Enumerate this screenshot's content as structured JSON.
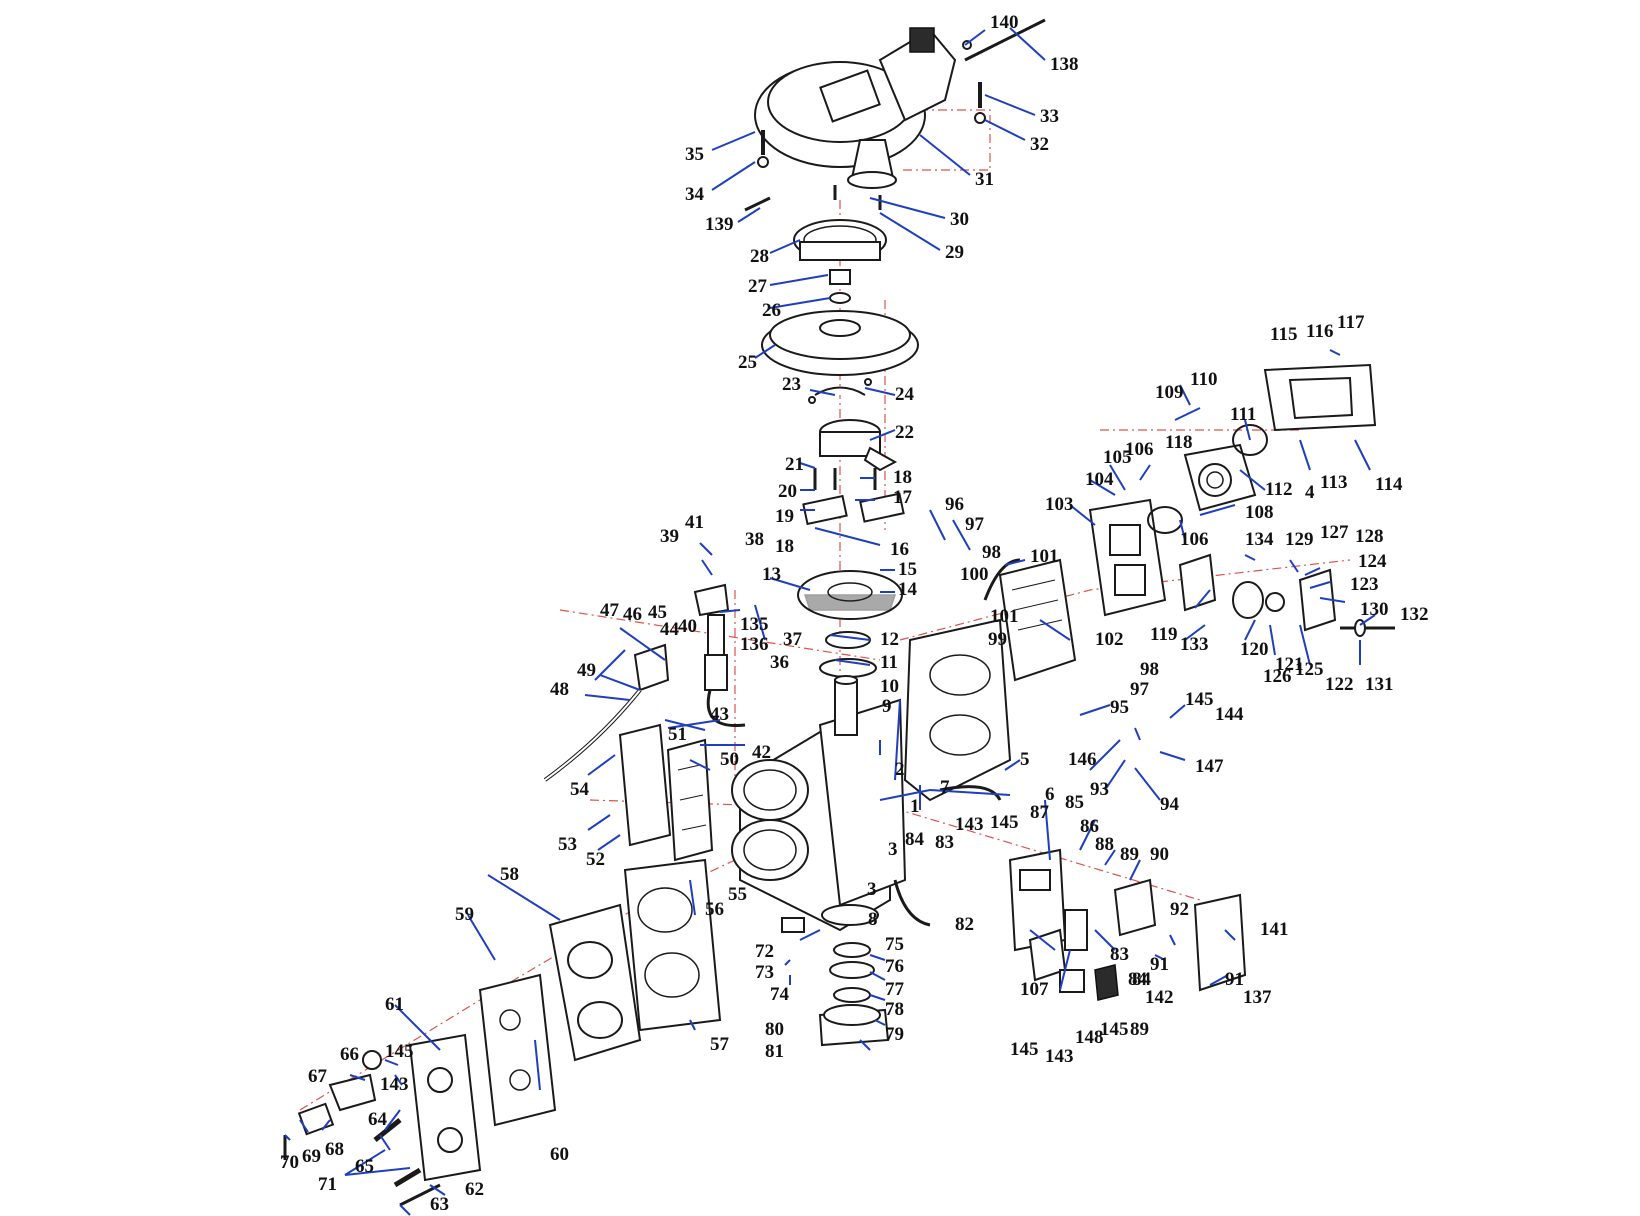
{
  "diagram": {
    "colors": {
      "leader": "#1f3fbf",
      "axis": "#d9534f",
      "ink": "#1a1a1a"
    },
    "labels": [
      "140",
      "138",
      "33",
      "32",
      "31",
      "35",
      "34",
      "30",
      "29",
      "139",
      "28",
      "27",
      "26",
      "25",
      "23",
      "24",
      "22",
      "21",
      "18",
      "20",
      "17",
      "19",
      "18",
      "16",
      "96",
      "97",
      "98",
      "101",
      "15",
      "14",
      "13",
      "41",
      "39",
      "38",
      "135",
      "136",
      "40",
      "47",
      "46",
      "45",
      "44",
      "37",
      "12",
      "11",
      "36",
      "10",
      "9",
      "49",
      "48",
      "43",
      "42",
      "51",
      "54",
      "50",
      "53",
      "52",
      "100",
      "99",
      "101",
      "102",
      "103",
      "104",
      "105",
      "106",
      "118",
      "110",
      "109",
      "111",
      "115",
      "116",
      "117",
      "114",
      "113",
      "4",
      "112",
      "108",
      "106",
      "134",
      "129",
      "127",
      "128",
      "124",
      "123",
      "130",
      "132",
      "119",
      "133",
      "120",
      "121",
      "126",
      "125",
      "122",
      "131",
      "98",
      "97",
      "95",
      "145",
      "144",
      "146",
      "147",
      "93",
      "94",
      "5",
      "2",
      "1",
      "6",
      "7",
      "143",
      "145",
      "87",
      "85",
      "86",
      "88",
      "89",
      "90",
      "84",
      "83",
      "3",
      "3",
      "8",
      "82",
      "92",
      "141",
      "91",
      "91",
      "137",
      "84",
      "83",
      "107",
      "84",
      "142",
      "145",
      "89",
      "148",
      "145",
      "143",
      "75",
      "72",
      "73",
      "74",
      "76",
      "77",
      "78",
      "79",
      "80",
      "81",
      "58",
      "59",
      "56",
      "55",
      "57",
      "60",
      "61",
      "66",
      "145",
      "67",
      "143",
      "64",
      "68",
      "65",
      "69",
      "70",
      "71",
      "62",
      "63"
    ]
  }
}
